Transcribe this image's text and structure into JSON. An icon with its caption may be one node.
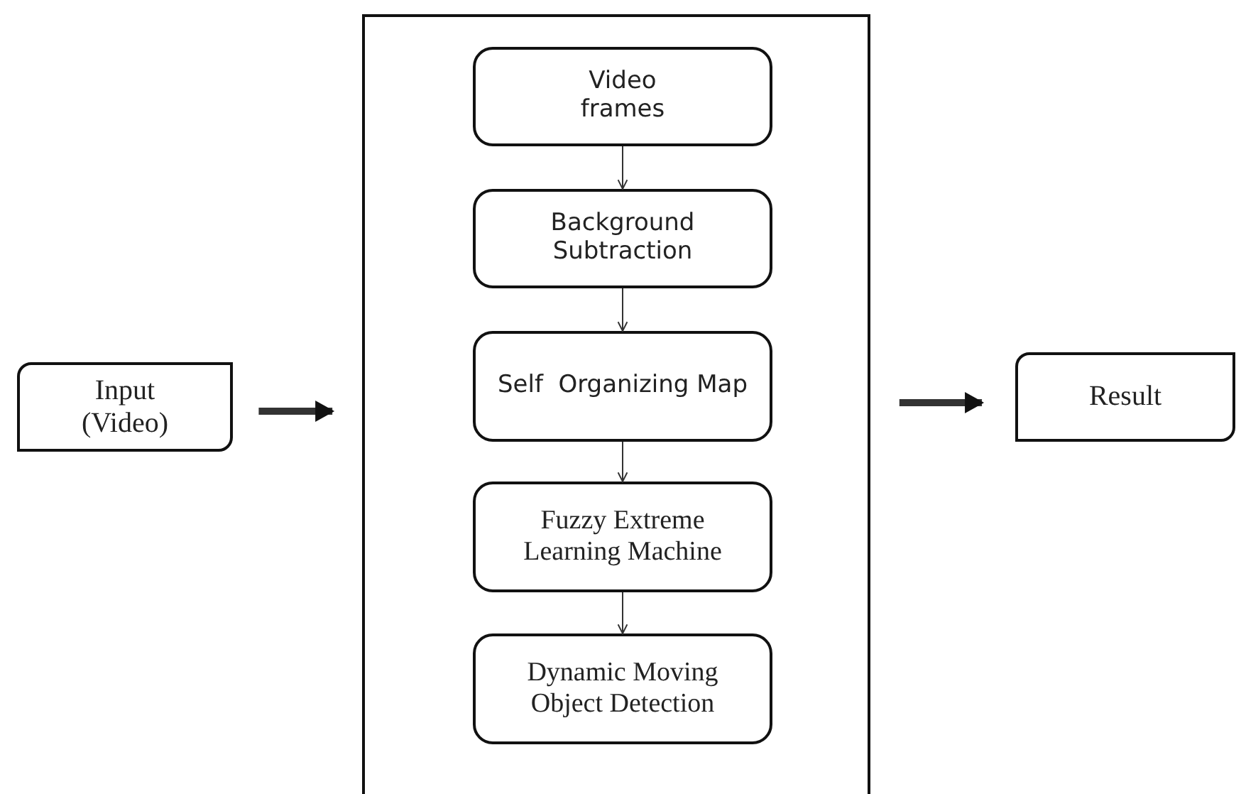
{
  "diagram": {
    "nodes": [
      {
        "text": [
          "Input (Video)"
        ]
      },
      {
        "text": [],
        "shape": "box"
      },
      {
        "text": [
          "Video frames"
        ],
        "in": 1
      },
      {
        "text": [
          "Background Subtraction"
        ],
        "in": 1
      },
      {
        "text": [
          "Self  Organizing Map"
        ],
        "in": 1
      },
      {
        "text": [
          "Fuzzy Extreme Learning Machine"
        ],
        "in": 1
      },
      {
        "text": [
          "Dynamic Moving Object Detection"
        ],
        "in": 1
      },
      {
        "text": [
          "Result"
        ]
      }
    ],
    "edges": [
      {
        "from": 0,
        "to": 1,
        "arrow": "to",
        "style": "thick"
      },
      {
        "from": 2,
        "to": 3,
        "arrow": "to"
      },
      {
        "from": 3,
        "to": 4,
        "arrow": "to"
      },
      {
        "from": 4,
        "to": 5,
        "arrow": "to"
      },
      {
        "from": 5,
        "to": 6,
        "arrow": "to"
      },
      {
        "from": 1,
        "to": 7,
        "arrow": "to",
        "style": "thick"
      }
    ]
  }
}
